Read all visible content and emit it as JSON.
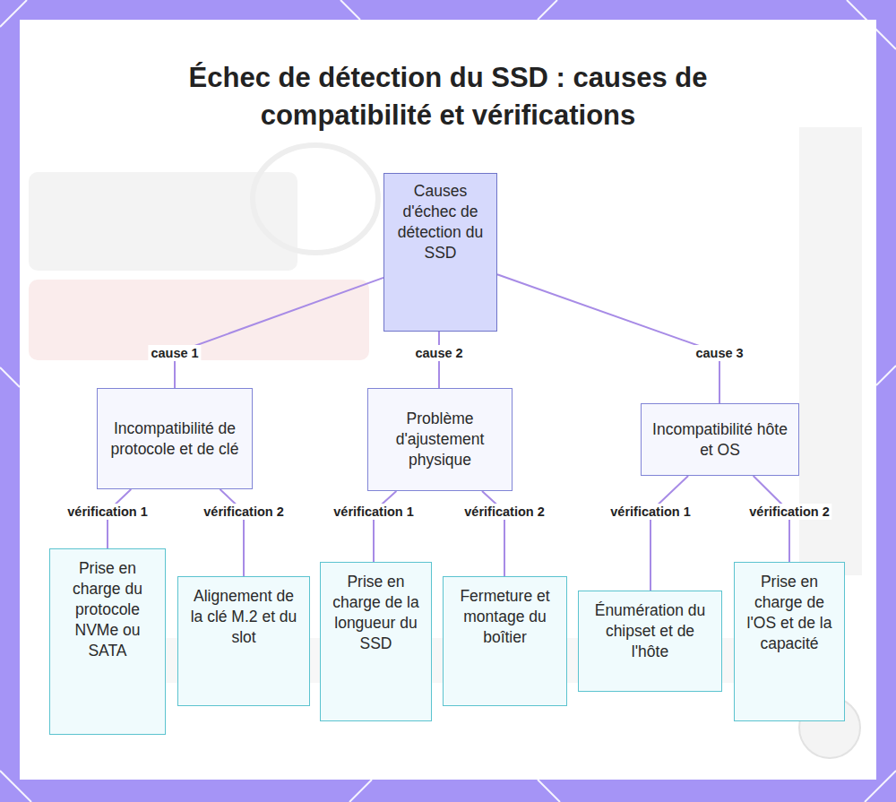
{
  "diagram": {
    "title": "Échec de détection du SSD : causes de compatibilité et vérifications",
    "nodes": [
      {
        "text": [
          "Causes d'échec de détection du SSD"
        ]
      },
      {
        "text": [
          "Incompatibilité de protocole et de clé"
        ]
      },
      {
        "text": [
          "Problème d'ajustement physique"
        ]
      },
      {
        "text": [
          "Incompatibilité hôte et OS"
        ]
      },
      {
        "text": [
          "Prise en charge du protocole NVMe ou SATA"
        ]
      },
      {
        "text": [
          "Alignement de la clé M.2 et du slot"
        ]
      },
      {
        "text": [
          "Prise en charge de la longueur du SSD"
        ]
      },
      {
        "text": [
          "Fermeture et montage du boîtier"
        ]
      },
      {
        "text": [
          "Énumération du chipset et de l'hôte"
        ]
      },
      {
        "text": [
          "Prise en charge de l'OS et de la capacité"
        ]
      }
    ],
    "edges": [
      {
        "from": 0,
        "to": 1,
        "label": "cause 1",
        "arrow": "none"
      },
      {
        "from": 0,
        "to": 2,
        "label": "cause 2",
        "arrow": "none"
      },
      {
        "from": 0,
        "to": 3,
        "label": "cause 3",
        "arrow": "none"
      },
      {
        "from": 1,
        "to": 4,
        "label": "vérification 1",
        "arrow": "none"
      },
      {
        "from": 1,
        "to": 5,
        "label": "vérification 2",
        "arrow": "none"
      },
      {
        "from": 2,
        "to": 6,
        "label": "vérification 1",
        "arrow": "none"
      },
      {
        "from": 2,
        "to": 7,
        "label": "vérification 2",
        "arrow": "none"
      },
      {
        "from": 3,
        "to": 8,
        "label": "vérification 1",
        "arrow": "none"
      },
      {
        "from": 3,
        "to": 9,
        "label": "vérification 2",
        "arrow": "none"
      }
    ]
  }
}
